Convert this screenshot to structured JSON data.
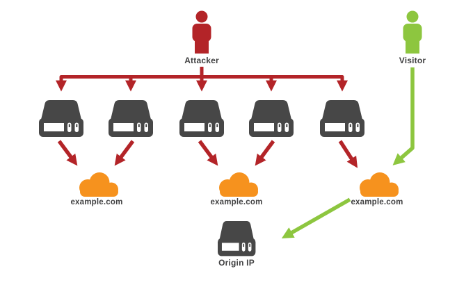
{
  "actors": {
    "attacker": {
      "label": "Attacker",
      "icon": "person-icon"
    },
    "visitor": {
      "label": "Visitor",
      "icon": "person-icon"
    }
  },
  "edge_servers": {
    "icon": "server-icon",
    "count": 5
  },
  "clouds": [
    {
      "label": "example.com",
      "icon": "cloud-icon"
    },
    {
      "label": "example.com",
      "icon": "cloud-icon"
    },
    {
      "label": "example.com",
      "icon": "cloud-icon"
    }
  ],
  "origin_server": {
    "label": "Origin IP",
    "icon": "server-icon"
  },
  "colors": {
    "attacker_red": "#B32428",
    "visitor_green": "#8DC63F",
    "cloud_orange": "#F6921E",
    "server_gray": "#474747",
    "label_gray": "#414142",
    "background": "#FFFFFF"
  }
}
